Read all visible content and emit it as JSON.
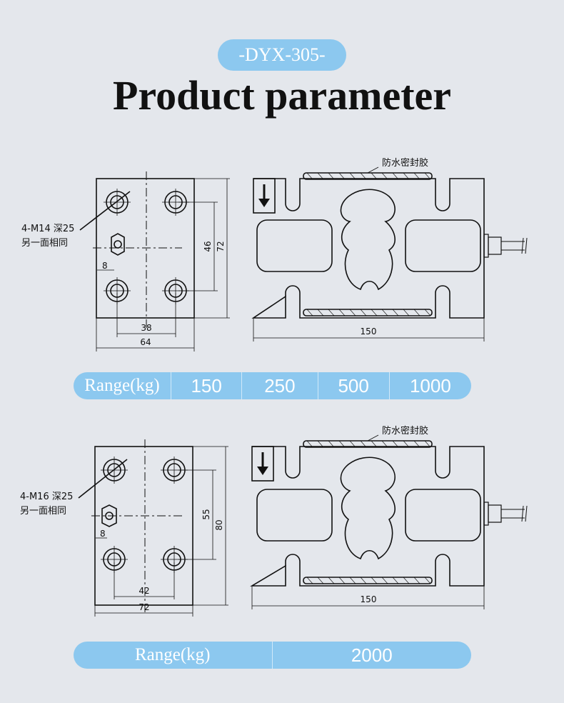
{
  "header": {
    "model_badge": "-DYX-305-",
    "title": "Product parameter"
  },
  "diagram_1": {
    "thread_note_line1": "4-M14 深25",
    "thread_note_line2": "另一面相同",
    "seal_label": "防水密封胶",
    "dims": {
      "hole_spacing_v": "46",
      "height": "72",
      "hole_spacing_h": "38",
      "width": "64",
      "hex_offset": "8",
      "length": "150"
    }
  },
  "range_1": {
    "label": "Range(kg)",
    "values": [
      "150",
      "250",
      "500",
      "1000"
    ]
  },
  "diagram_2": {
    "thread_note_line1": "4-M16 深25",
    "thread_note_line2": "另一面相同",
    "seal_label": "防水密封胶",
    "dims": {
      "hole_spacing_v": "55",
      "height": "80",
      "hole_spacing_h": "42",
      "width": "72",
      "hex_offset": "8",
      "length": "150"
    }
  },
  "range_2": {
    "label": "Range(kg)",
    "values": [
      "2000"
    ]
  }
}
